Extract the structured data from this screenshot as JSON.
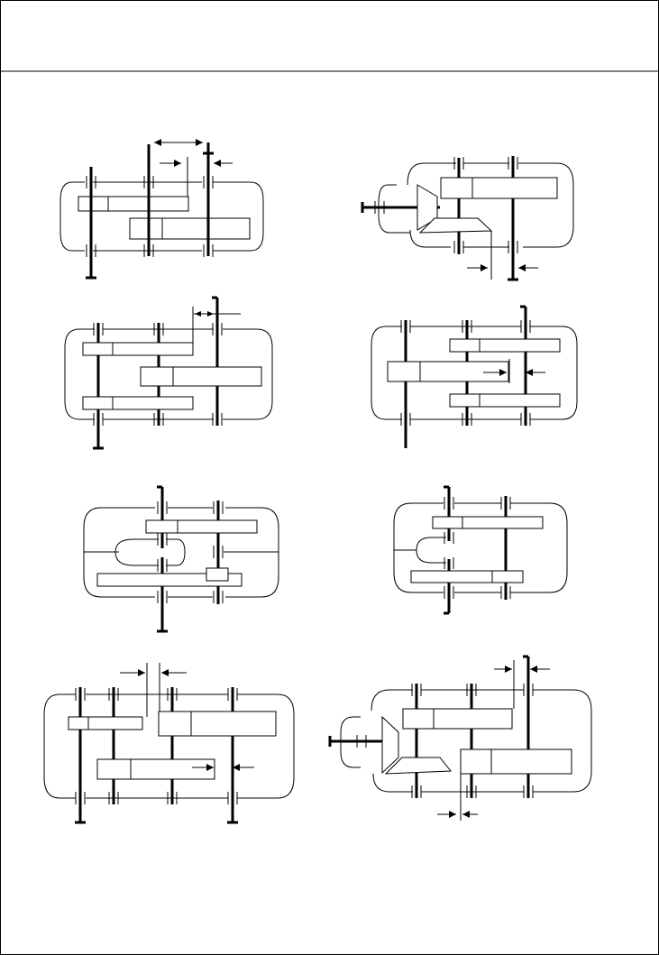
{
  "sheet": {
    "header_text": "",
    "line_color": "#000000",
    "background_color": "#ffffff"
  },
  "diagrams": [
    {
      "id": "gearbox-1",
      "type": "two-stage-cylindrical"
    },
    {
      "id": "gearbox-2",
      "type": "bevel-cylindrical"
    },
    {
      "id": "gearbox-3",
      "type": "split-power-cylindrical"
    },
    {
      "id": "gearbox-4",
      "type": "split-power-cylindrical"
    },
    {
      "id": "gearbox-5",
      "type": "coaxial-cylindrical"
    },
    {
      "id": "gearbox-6",
      "type": "coaxial-cylindrical"
    },
    {
      "id": "gearbox-7",
      "type": "three-stage-cylindrical"
    },
    {
      "id": "gearbox-8",
      "type": "bevel-two-stage-cylindrical"
    }
  ]
}
